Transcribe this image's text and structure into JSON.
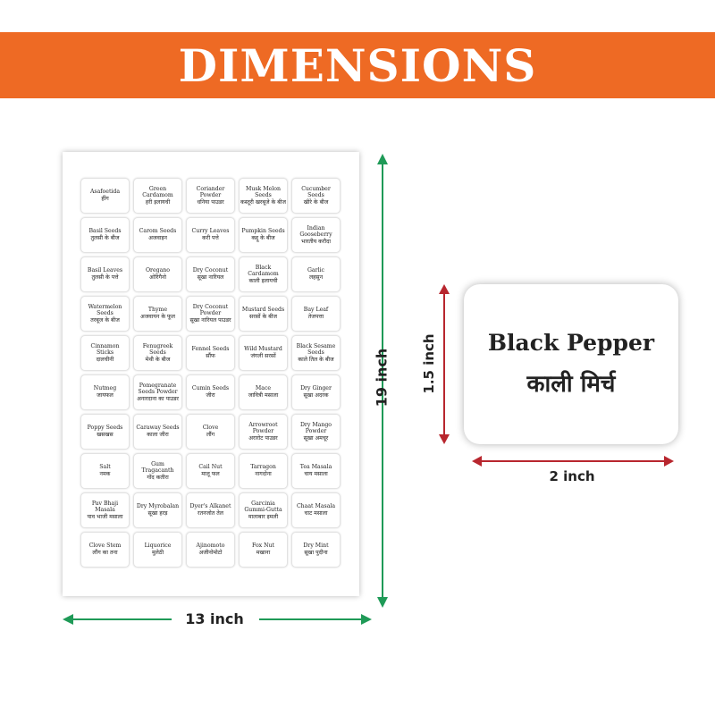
{
  "banner": {
    "title": "DIMENSIONS"
  },
  "colors": {
    "banner": "#ee6a24",
    "green_arrow": "#1f9a57",
    "red_arrow": "#b8262e"
  },
  "dimensions": {
    "sheet_height": "19 inch",
    "sheet_width": "13 inch",
    "label_height": "1.5 inch",
    "label_width": "2 inch"
  },
  "sample_label": {
    "english": "Black Pepper",
    "hindi": "काली मिर्च"
  },
  "labels": [
    {
      "en": "Asafoetida",
      "hi": "हींग"
    },
    {
      "en": "Green Cardamom",
      "hi": "हरी इलायची"
    },
    {
      "en": "Coriander Powder",
      "hi": "धनिया पाउडर"
    },
    {
      "en": "Musk Melon Seeds",
      "hi": "कस्तूरी खरबूजे के बीज"
    },
    {
      "en": "Cucumber Seeds",
      "hi": "खीरे के बीज"
    },
    {
      "en": "Basil Seeds",
      "hi": "तुलसी के बीज"
    },
    {
      "en": "Carom Seeds",
      "hi": "अजवाइन"
    },
    {
      "en": "Curry Leaves",
      "hi": "करी पत्ते"
    },
    {
      "en": "Pumpkin Seeds",
      "hi": "कद्दू के बीज"
    },
    {
      "en": "Indian Gooseberry",
      "hi": "भारतीय करौदा"
    },
    {
      "en": "Basil Leaves",
      "hi": "तुलसी के पत्ते"
    },
    {
      "en": "Oregano",
      "hi": "ओरिगैनो"
    },
    {
      "en": "Dry Coconut",
      "hi": "सूखा नारियल"
    },
    {
      "en": "Black Cardamom",
      "hi": "काली इलायची"
    },
    {
      "en": "Garlic",
      "hi": "लहसुन"
    },
    {
      "en": "Watermelon Seeds",
      "hi": "तरबूज के बीज"
    },
    {
      "en": "Thyme",
      "hi": "अजवायन के फूल"
    },
    {
      "en": "Dry Coconut Powder",
      "hi": "सूखा नारियल पाउडर"
    },
    {
      "en": "Mustard Seeds",
      "hi": "सरसों के बीज"
    },
    {
      "en": "Bay Leaf",
      "hi": "तेजपत्ता"
    },
    {
      "en": "Cinnamon Sticks",
      "hi": "दालचीनी"
    },
    {
      "en": "Fenugreek Seeds",
      "hi": "मेथी के बीज"
    },
    {
      "en": "Fennel Seeds",
      "hi": "सौंफ"
    },
    {
      "en": "Wild Mustard",
      "hi": "जंगली सरसों"
    },
    {
      "en": "Black Sesame Seeds",
      "hi": "काले तिल के बीज"
    },
    {
      "en": "Nutmeg",
      "hi": "जायफल"
    },
    {
      "en": "Pomegranate Seeds Powder",
      "hi": "अनारदाना का पाउडर"
    },
    {
      "en": "Cumin Seeds",
      "hi": "जीरा"
    },
    {
      "en": "Mace",
      "hi": "जावित्री मसाला"
    },
    {
      "en": "Dry Ginger",
      "hi": "सूखा अदरक"
    },
    {
      "en": "Poppy Seeds",
      "hi": "खसखस"
    },
    {
      "en": "Caraway Seeds",
      "hi": "काला जीरा"
    },
    {
      "en": "Clove",
      "hi": "लौंग"
    },
    {
      "en": "Arrowroot Powder",
      "hi": "अरारोट पाउडर"
    },
    {
      "en": "Dry Mango Powder",
      "hi": "सूखा अमचूर"
    },
    {
      "en": "Salt",
      "hi": "नमक"
    },
    {
      "en": "Gum Tragacanth",
      "hi": "गोंद कतीरा"
    },
    {
      "en": "Cail Nut",
      "hi": "मालू फल"
    },
    {
      "en": "Tarragon",
      "hi": "नागदोना"
    },
    {
      "en": "Tea Masala",
      "hi": "चाय मसाला"
    },
    {
      "en": "Pav Bhaji Masala",
      "hi": "पाव भाजी मसाला"
    },
    {
      "en": "Dry Myrobalan",
      "hi": "सूखा हरड़"
    },
    {
      "en": "Dyer's Alkanet",
      "hi": "रतनजोत तेल"
    },
    {
      "en": "Garcinia Gummi-Gutta",
      "hi": "मालाबार इमली"
    },
    {
      "en": "Chaat Masala",
      "hi": "चाट मसाला"
    },
    {
      "en": "Clove Stem",
      "hi": "लौंग का तना"
    },
    {
      "en": "Liquorice",
      "hi": "मुलेठी"
    },
    {
      "en": "Ajinomoto",
      "hi": "अजीनोमोटो"
    },
    {
      "en": "Fox Nut",
      "hi": "मखाना"
    },
    {
      "en": "Dry Mint",
      "hi": "सूखा पुदीना"
    }
  ]
}
